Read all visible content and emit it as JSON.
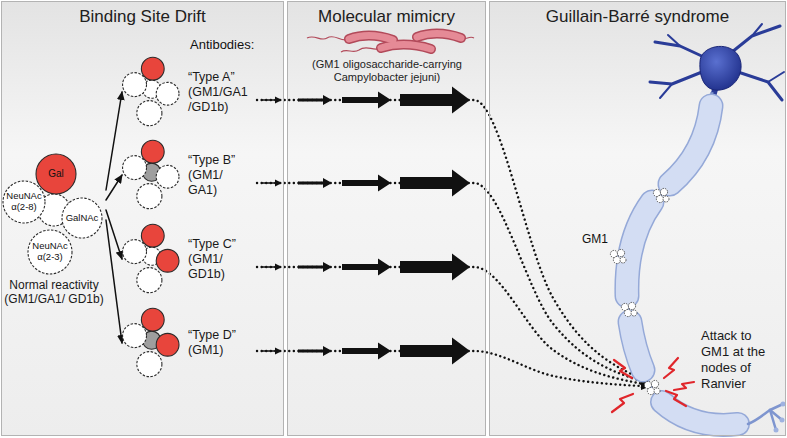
{
  "diagram": {
    "nodes": [
      {
        "text": [
          "Binding Site Drift"
        ]
      },
      {
        "text": [
          "Molecular mimicry"
        ]
      },
      {
        "text": [
          "Guillain-Barré syndrome"
        ]
      },
      {
        "text": [
          "Normal reactivity (GM1/GA1/ GD1b)"
        ],
        "in": 0
      },
      {
        "text": [
          "“Type A”",
          "(GM1/GA1 /GD1b)"
        ],
        "in": 0
      },
      {
        "text": [
          "“Type B”",
          "(GM1/ GA1)"
        ],
        "in": 0
      },
      {
        "text": [
          "“Type C”",
          "(GM1/ GD1b)"
        ],
        "in": 0
      },
      {
        "text": [
          "“Type D”",
          "(GM1)"
        ],
        "in": 0
      },
      {
        "text": [
          "(GM1 oligosaccharide-carrying Campylobacter jejuni)"
        ],
        "in": 1
      },
      {
        "text": [
          "Attack to GM1 at the nodes of Ranvier"
        ],
        "in": 2
      }
    ],
    "edges": [
      {
        "from": 3,
        "to": 4,
        "arrow": "to"
      },
      {
        "from": 3,
        "to": 5,
        "arrow": "to"
      },
      {
        "from": 3,
        "to": 6,
        "arrow": "to"
      },
      {
        "from": 3,
        "to": 7,
        "arrow": "to"
      },
      {
        "from": 4,
        "to": 9,
        "arrow": "to"
      },
      {
        "from": 5,
        "to": 9,
        "arrow": "to"
      },
      {
        "from": 6,
        "to": 9,
        "arrow": "to"
      },
      {
        "from": 7,
        "to": 9,
        "arrow": "to"
      }
    ],
    "labels": [
      "Antibodies:",
      "Gal",
      "NeuNAc α(2-8)",
      "GalNAc",
      "NeuNAc α(2-3)",
      "GM1"
    ]
  }
}
